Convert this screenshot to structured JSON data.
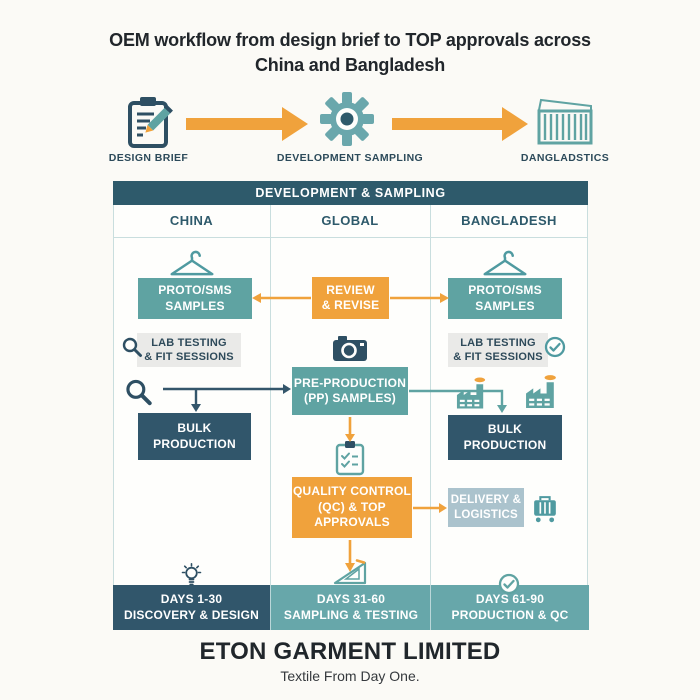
{
  "title": {
    "lines": [
      "OEM workflow from design brief to TOP approvals across",
      "China and Bangladesh"
    ]
  },
  "top_flow": {
    "design_brief": "DESIGN BRIEF",
    "development_sampling": "DEVELOPMENT SAMPLING",
    "bangladesh_logistics": "DANGLADSTICS"
  },
  "table": {
    "band_title": "DEVELOPMENT & SAMPLING",
    "columns": [
      "CHINA",
      "GLOBAL",
      "BANGLADESH"
    ]
  },
  "china": {
    "proto": [
      "PROTO/SMS",
      "SAMPLES"
    ],
    "lab": [
      "LAB TESTING",
      "& FIT SESSIONS"
    ],
    "bulk": [
      "BULK",
      "PRODUCTION"
    ]
  },
  "global": {
    "review": [
      "REVIEW",
      "& REVISE"
    ],
    "pre_production": [
      "PRE-PRODUCTION",
      "(PP) SAMPLES)"
    ],
    "quality": [
      "QUALITY CONTROL",
      "(QC) & TOP",
      "APPROVALS"
    ]
  },
  "bangladesh": {
    "proto": [
      "PROTO/SMS",
      "SAMPLES"
    ],
    "lab": [
      "LAB TESTING",
      "& FIT SESSIONS"
    ],
    "bulk": [
      "BULK",
      "PRODUCTION"
    ],
    "delivery": [
      "DELIVERY &",
      "LOGISTICS"
    ]
  },
  "timeline": [
    {
      "days": "DAYS 1-30",
      "phase": "DISCOVERY & DESIGN",
      "icon": "lightbulb-icon"
    },
    {
      "days": "DAYS 31-60",
      "phase": "SAMPLING & TESTING",
      "icon": "ruler-icon"
    },
    {
      "days": "DAYS 61-90",
      "phase": "PRODUCTION & QC",
      "icon": "check-circle-icon"
    }
  ],
  "footer": {
    "company": "ETON GARMENT LIMITED",
    "tagline": "Textile From Day One."
  },
  "icons": [
    "clipboard-pencil-icon",
    "gear-icon",
    "container-icon",
    "hanger-icon",
    "search-icon",
    "camera-icon",
    "check-circle-icon",
    "factory-icon",
    "clipboard-check-icon",
    "luggage-cart-icon",
    "lightbulb-icon",
    "ruler-icon"
  ],
  "colors": {
    "teal": "#5fa3a2",
    "dark_slate": "#31566b",
    "header_slate": "#2e5a6b",
    "orange": "#f0a23c",
    "light_gray": "#eaeae8",
    "steel_blue": "#abc3cd",
    "bar_teal": "#67a7aa",
    "grid_line": "#c9dede"
  }
}
